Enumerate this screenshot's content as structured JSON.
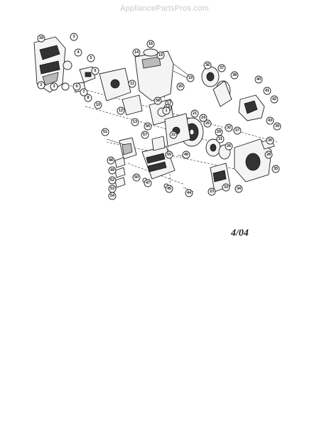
{
  "watermark": "AppliancePartsPros.com",
  "date_code": "4/04",
  "callouts": [
    "39",
    "3",
    "4",
    "5",
    "6",
    "7",
    "8",
    "9",
    "10",
    "11",
    "12",
    "13",
    "14",
    "15",
    "16",
    "17",
    "18",
    "19",
    "20",
    "21",
    "22",
    "23",
    "24",
    "25",
    "26",
    "27",
    "28",
    "29",
    "30",
    "31",
    "32",
    "33",
    "34",
    "35",
    "36",
    "37",
    "38",
    "39",
    "40",
    "41",
    "42",
    "43",
    "44",
    "45",
    "46",
    "47",
    "48",
    "49",
    "50",
    "51",
    "52",
    "53",
    "54",
    "55",
    "56",
    "57",
    "58",
    "1",
    "2",
    "3"
  ],
  "colors": {
    "ink": "#222222",
    "watermark": "#c8c8c8",
    "paper": "#ffffff"
  }
}
